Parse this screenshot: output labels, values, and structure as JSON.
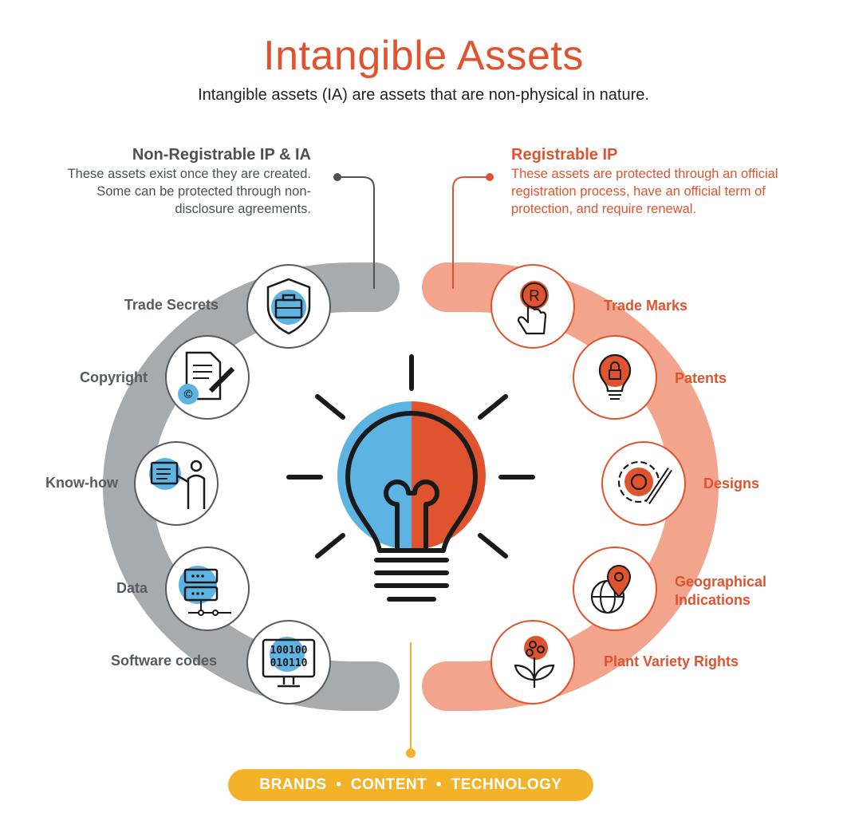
{
  "title": "Intangible Assets",
  "subtitle": "Intangible assets (IA) are assets that are non-physical in nature.",
  "left_group": {
    "heading": "Non-Registrable IP & IA",
    "description": "These assets exist once they are created. Some can be protected through non-disclosure agreements.",
    "items": [
      {
        "label": "Trade Secrets",
        "icon": "shield-briefcase-icon"
      },
      {
        "label": "Copyright",
        "icon": "document-copyright-icon"
      },
      {
        "label": "Know-how",
        "icon": "presenter-board-icon"
      },
      {
        "label": "Data",
        "icon": "server-network-icon"
      },
      {
        "label": "Software codes",
        "icon": "binary-monitor-icon"
      }
    ]
  },
  "right_group": {
    "heading": "Registrable IP",
    "description": "These assets are protected through an official registration process, have an official term of protection, and require renewal.",
    "items": [
      {
        "label": "Trade Marks",
        "icon": "registered-hand-icon"
      },
      {
        "label": "Patents",
        "icon": "lightbulb-lock-icon"
      },
      {
        "label": "Designs",
        "icon": "gear-pencil-icon"
      },
      {
        "label": "Geographical Indications",
        "icon": "globe-pin-icon"
      },
      {
        "label": "Plant Variety Rights",
        "icon": "plant-sprout-icon"
      }
    ]
  },
  "center_icon": "lightbulb-icon",
  "bottom_banner": "BRANDS  •  CONTENT  •  TECHNOLOGY",
  "colors": {
    "accent_orange": "#e0532f",
    "arc_gray": "#a7abad",
    "arc_salmon": "#f2a48c",
    "icon_blue": "#5db4e3",
    "banner_yellow": "#f2b32b",
    "text_gray": "#4a5157"
  }
}
